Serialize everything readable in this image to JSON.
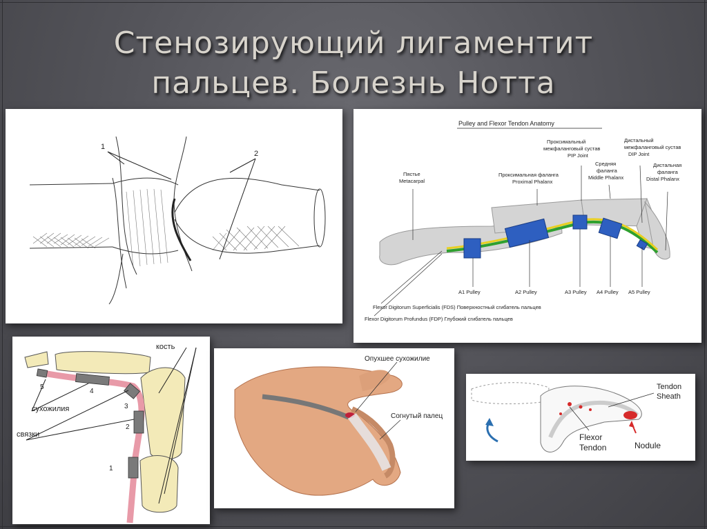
{
  "slide": {
    "title_line1": "Стенозирующий лигаментит",
    "title_line2": "пальцев. Болезнь Нотта"
  },
  "sketch": {
    "label_1": "1",
    "label_2": "2"
  },
  "anatomy": {
    "heading": "Pulley and Flexor Tendon Anatomy",
    "metacarpal_ru": "Пястье",
    "metacarpal_en": "Metacarpal",
    "pip_ru1": "Проксимальный",
    "pip_ru2": "межфаланговый сустав",
    "pip_en": "PIP Joint",
    "prox_ru": "Проксимальная фаланга",
    "prox_en": "Proximal Phalanx",
    "mid_ru1": "Средняя",
    "mid_ru2": "фаланга",
    "mid_en": "Middle Phalanx",
    "dip_ru1": "Дистальный",
    "dip_ru2": "межфаланговый сустав",
    "dip_en": "DIP Joint",
    "dist_ru1": "Дистальная",
    "dist_ru2": "фаланга",
    "dist_en": "Distal Phalanx",
    "a1": "A1 Pulley",
    "a2": "A2 Pulley",
    "a3": "A3 Pulley",
    "a4": "A4 Pulley",
    "a5": "A5 Pulley",
    "fds": "Flexor Digitorum Superficialis (FDS)  Поверхностный сгибатель пальцев",
    "fdp": "Flexor Digitorum Profundus (FDP)  Глубокий сгибатель пальцев"
  },
  "schematic": {
    "bone": "кость",
    "tendons": "сухожилия",
    "ligaments": "связки",
    "n1": "1",
    "n2": "2",
    "n3": "3",
    "n4": "4",
    "n5": "5"
  },
  "hand": {
    "swollen": "Опухшее сухожилие",
    "bent": "Согнутый палец"
  },
  "trigger": {
    "sheath1": "Tendon",
    "sheath2": "Sheath",
    "flexor1": "Flexor",
    "flexor2": "Tendon",
    "nodule": "Nodule"
  }
}
